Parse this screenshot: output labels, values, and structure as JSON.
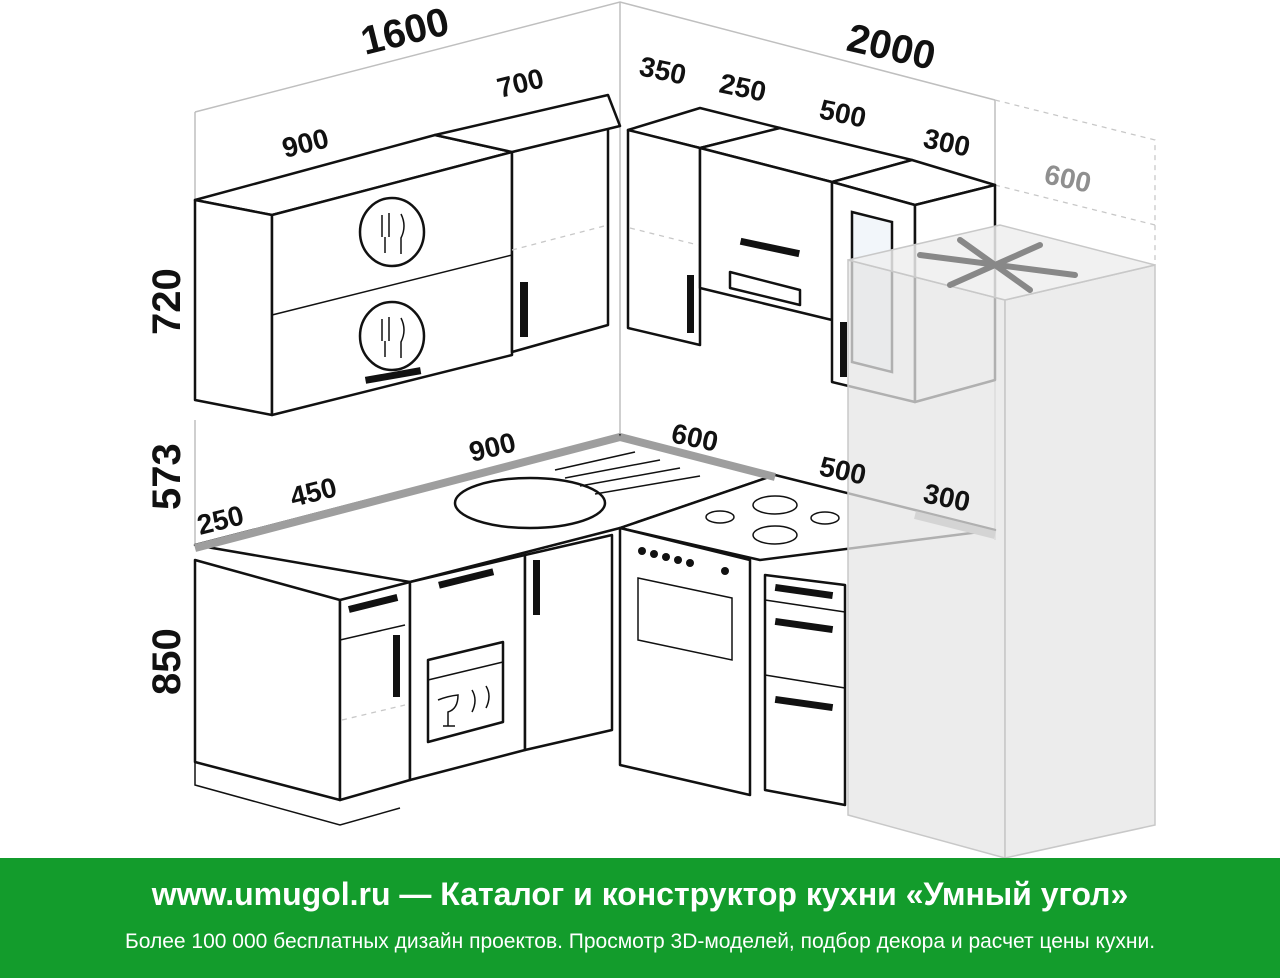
{
  "dimensions": {
    "wall_left_total": "1600",
    "wall_right_total": "2000",
    "upper_left_900": "900",
    "upper_left_700": "700",
    "upper_right_350": "350",
    "upper_right_250": "250",
    "upper_right_500": "500",
    "upper_right_300": "300",
    "fridge_600": "600",
    "height_upper": "720",
    "height_backsplash": "573",
    "height_base": "850",
    "counter_250": "250",
    "counter_450": "450",
    "counter_900": "900",
    "counter_600": "600",
    "counter_500": "500",
    "counter_300": "300"
  },
  "banner": {
    "title": "www.umugol.ru — Каталог и конструктор кухни «Умный угол»",
    "subtitle": "Более 100 000 бесплатных дизайн проектов. Просмотр 3D-моделей, подбор декора и расчет цены кухни."
  },
  "colors": {
    "banner_bg": "#139c2c",
    "counter_edge": "#9e9e9e",
    "fridge_fill": "#e6e6e6"
  }
}
